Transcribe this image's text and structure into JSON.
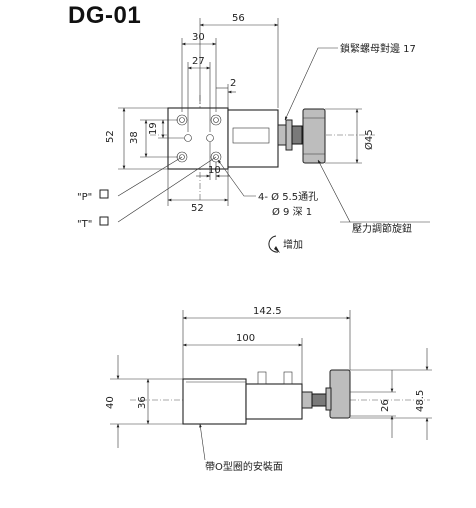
{
  "title": "DG-01",
  "top_view": {
    "dims": {
      "d56": "56",
      "d30": "30",
      "d27": "27",
      "d2": "2",
      "d52_v": "52",
      "d38": "38",
      "d19": "19",
      "d10": "10",
      "d52_h": "52",
      "d45": "Ø45"
    },
    "labels": {
      "locknut": "鎖緊螺母對邊 17",
      "holes_1": "4- Ø 5.5通孔",
      "holes_2": "Ø 9 深 1",
      "knob": "壓力調節旋鈕",
      "increase": "增加",
      "port_p": "\"P\"",
      "port_t": "\"T\""
    }
  },
  "side_view": {
    "dims": {
      "d142_5": "142.5",
      "d100": "100",
      "d40": "40",
      "d36": "36",
      "d26": "26",
      "d48_5": "48.5"
    },
    "labels": {
      "oring": "帶O型圈的安裝面"
    }
  }
}
